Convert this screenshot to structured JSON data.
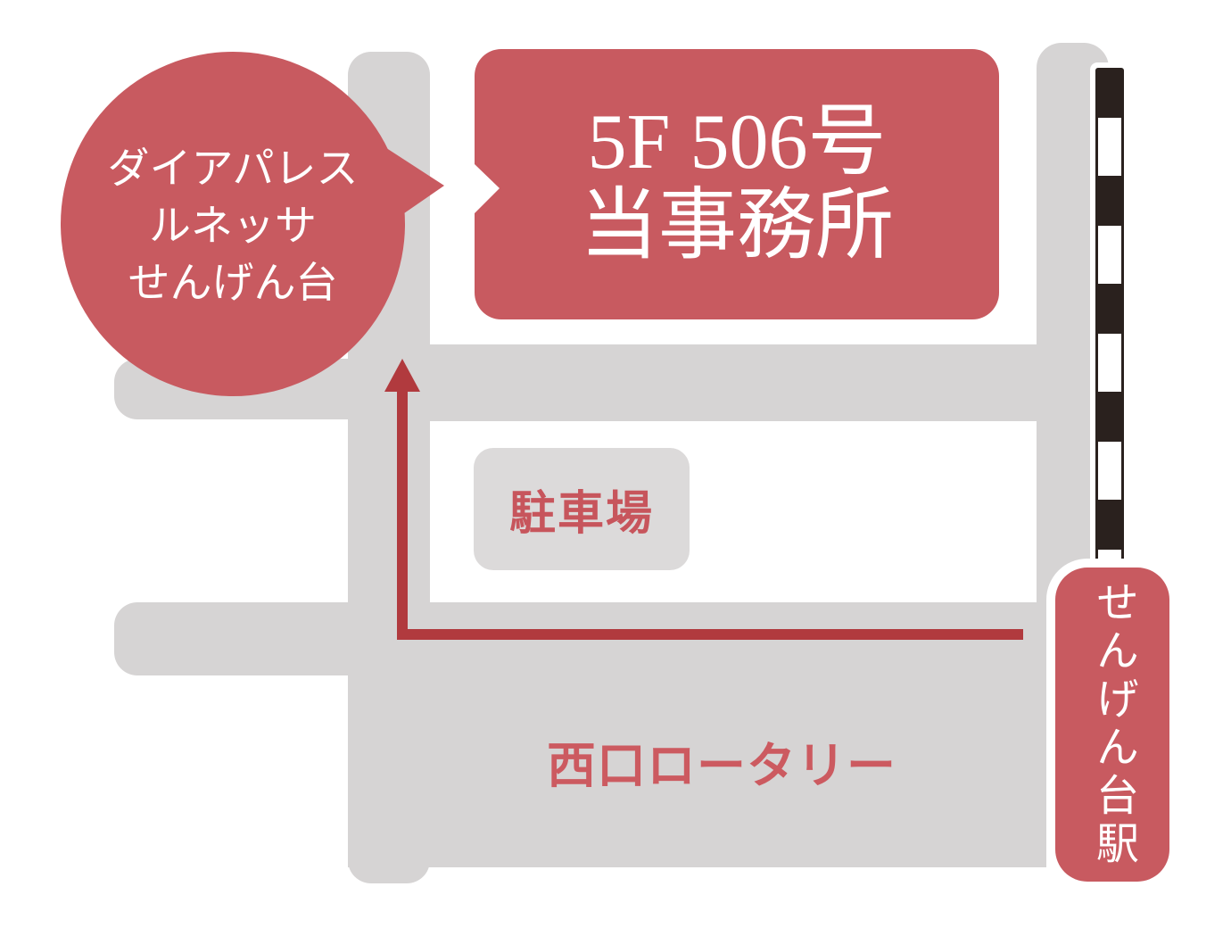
{
  "map": {
    "building_bubble": {
      "lines": [
        "ダイアパレス",
        "ルネッサ",
        "せんげん台"
      ]
    },
    "office_bubble": {
      "lines": [
        "5F 506号",
        "当事務所"
      ]
    },
    "station_bubble": {
      "text": "せんげん台駅"
    },
    "parking": {
      "label": "駐車場"
    },
    "rotary": {
      "label": "西口ロータリー"
    }
  },
  "colors": {
    "bubble_red": "#C85A60",
    "route_red": "#B13A3E",
    "label_red": "#C7555C",
    "rotary_red": "#CC5A60",
    "road_gray": "#D6D4D4",
    "parking_gray": "#DCDADA",
    "rail_dark": "#2A211E"
  }
}
